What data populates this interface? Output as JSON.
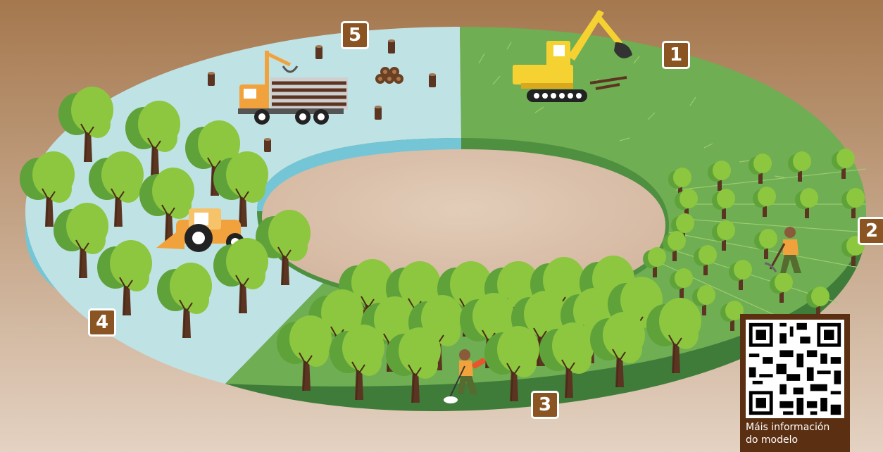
{
  "stages": [
    {
      "number": "1",
      "activity": "land-preparation"
    },
    {
      "number": "2",
      "activity": "planting"
    },
    {
      "number": "3",
      "activity": "brush-clearing"
    },
    {
      "number": "4",
      "activity": "mechanical-clearing"
    },
    {
      "number": "5",
      "activity": "harvesting"
    }
  ],
  "qr": {
    "caption_line1": "Máis información",
    "caption_line2": "do modelo"
  },
  "colors": {
    "background_top": "#a77a50",
    "background_bottom": "#e2cfbe",
    "ring_green": "#6fae52",
    "ring_green_dark": "#3f7c3a",
    "ring_blue": "#bfe2e5",
    "ring_blue_side": "#74c6d6",
    "badge": "#8b5523",
    "qr_frame": "#5a2f12",
    "tree_leaf": "#8dc63f",
    "tree_trunk": "#5b3521",
    "machine_yellow": "#f5d232",
    "machine_orange": "#f2a23c"
  },
  "icons": [
    "excavator-icon",
    "log-truck-icon",
    "tractor-icon",
    "worker-planting-icon",
    "worker-brushcutter-icon",
    "qr-code-icon"
  ]
}
